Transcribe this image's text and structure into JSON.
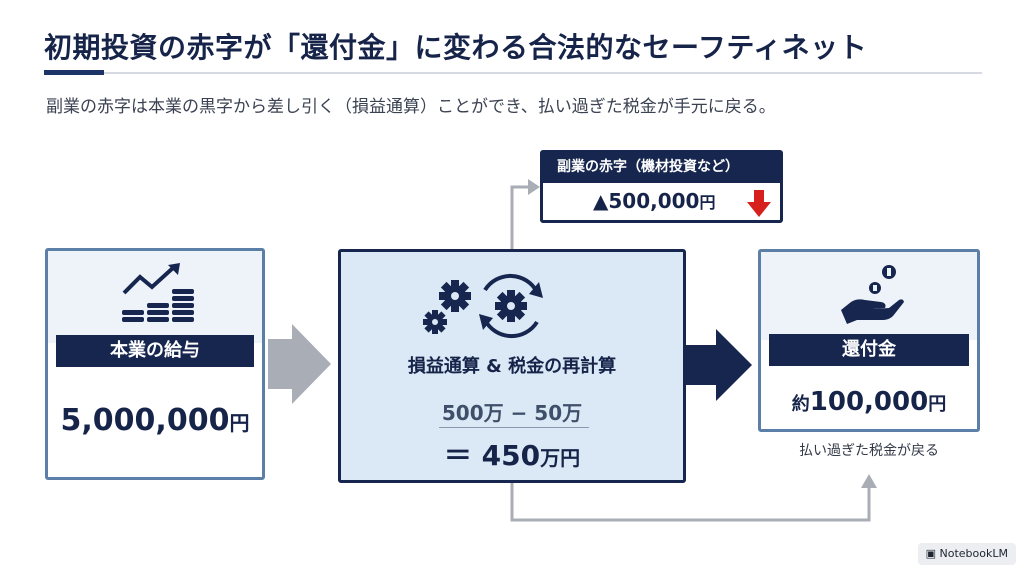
{
  "header": {
    "title": "初期投資の赤字が「還付金」に変わる合法的なセーフティネット",
    "subtitle": "副業の赤字は本業の黒字から差し引く（損益通算）ことができ、払い過ぎた税金が手元に戻る。"
  },
  "income_card": {
    "label": "本業の給与",
    "value": "5,000,000",
    "unit": "円",
    "icon": "coins-growth-icon"
  },
  "loss_card": {
    "label": "副業の赤字（機材投資など）",
    "value": "▲500,000",
    "unit": "円",
    "icon": "down-arrow-icon"
  },
  "calc_card": {
    "label": "損益通算 & 税金の再計算",
    "formula": "500万 − 50万",
    "result_prefix": "＝",
    "result": "450",
    "result_unit": "万円",
    "icon": "gears-refresh-icon"
  },
  "refund_card": {
    "label": "還付金",
    "value_prefix": "約",
    "value": "100,000",
    "unit": "円",
    "note": "払い過ぎた税金が戻る",
    "icon": "hand-coins-icon"
  },
  "brand": {
    "label": "NotebookLM"
  },
  "colors": {
    "navy": "#16264f",
    "border_blue": "#5b7fa6",
    "calc_bg": "#dbe8f5",
    "arrow_gray": "#a9aeb6",
    "loss_red": "#d6201e"
  }
}
